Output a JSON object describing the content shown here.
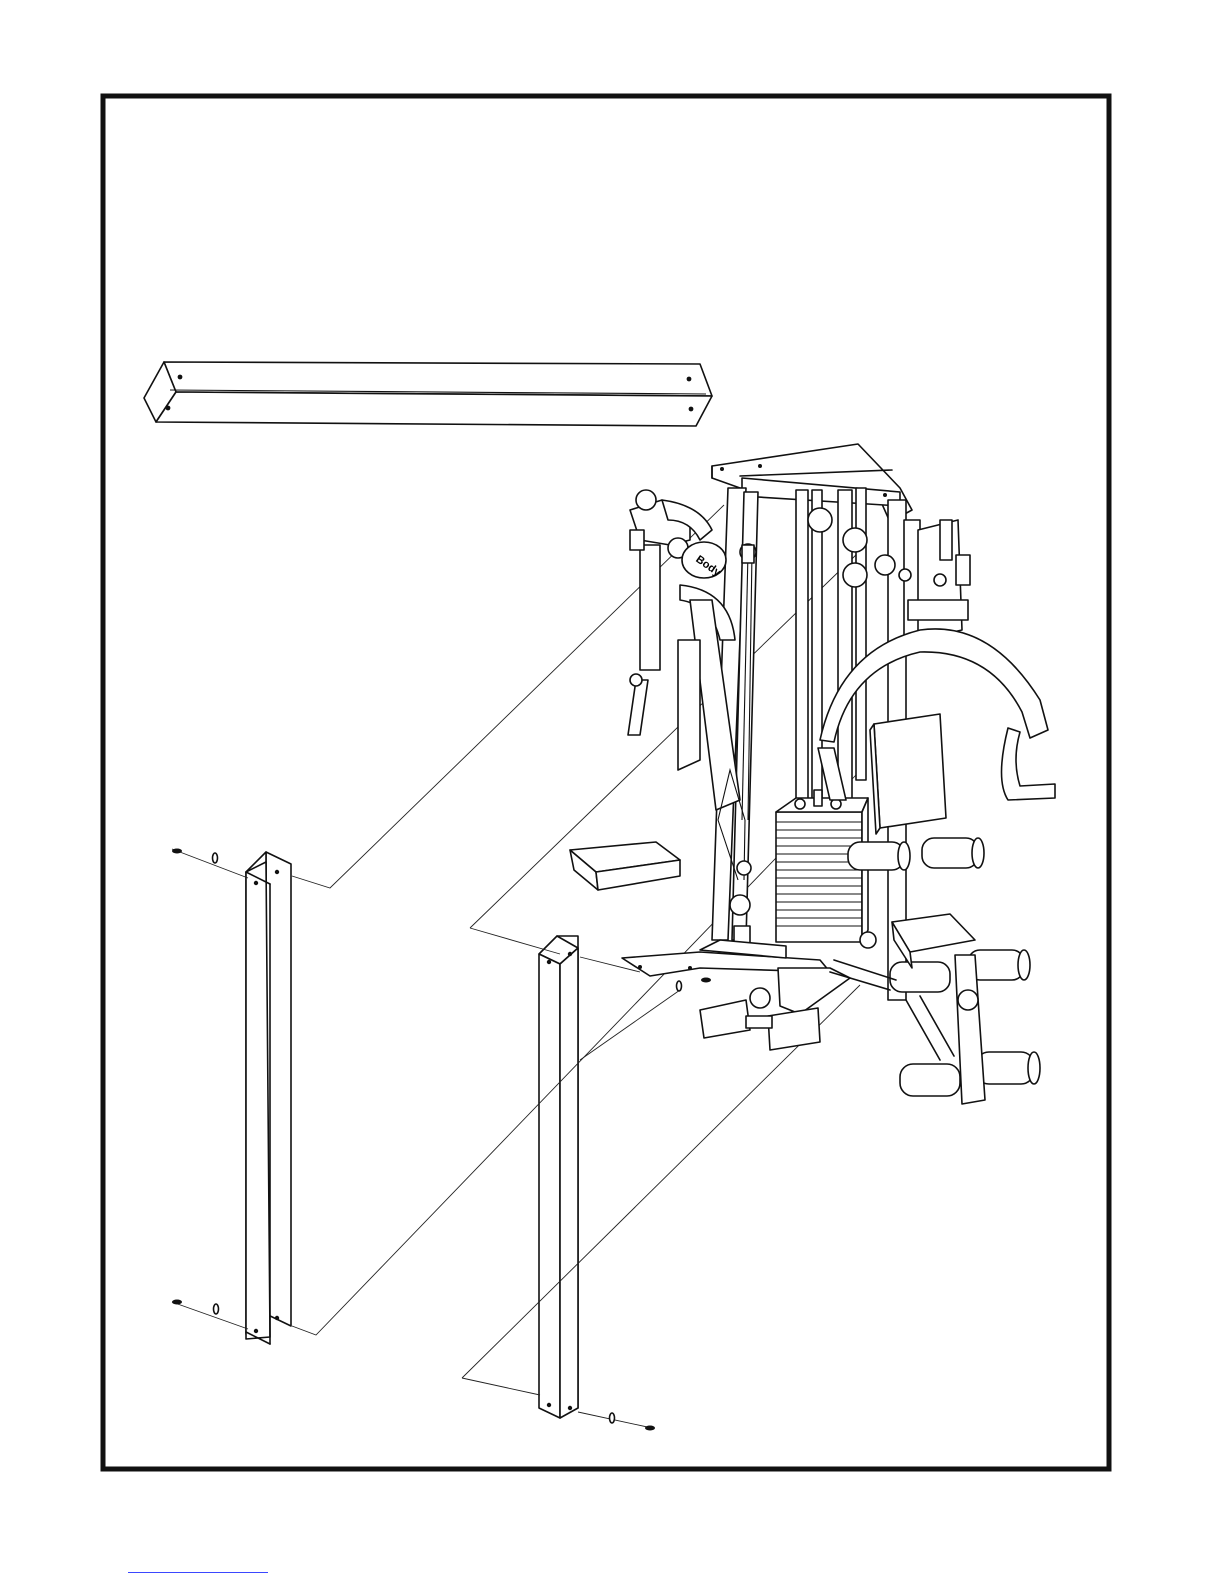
{
  "page": {
    "kind": "exploded assembly diagram",
    "border_color": "#111111",
    "background": "#ffffff"
  },
  "parts": {
    "top_rail": "shroud-rail",
    "left_panel": "shroud-panel-left",
    "right_panel": "shroud-panel-right",
    "machine": "home-gym-frame",
    "fasteners": "bolt-and-washer"
  },
  "machine_logo": "Body",
  "footer": {
    "link_color": "#3b48ff"
  }
}
